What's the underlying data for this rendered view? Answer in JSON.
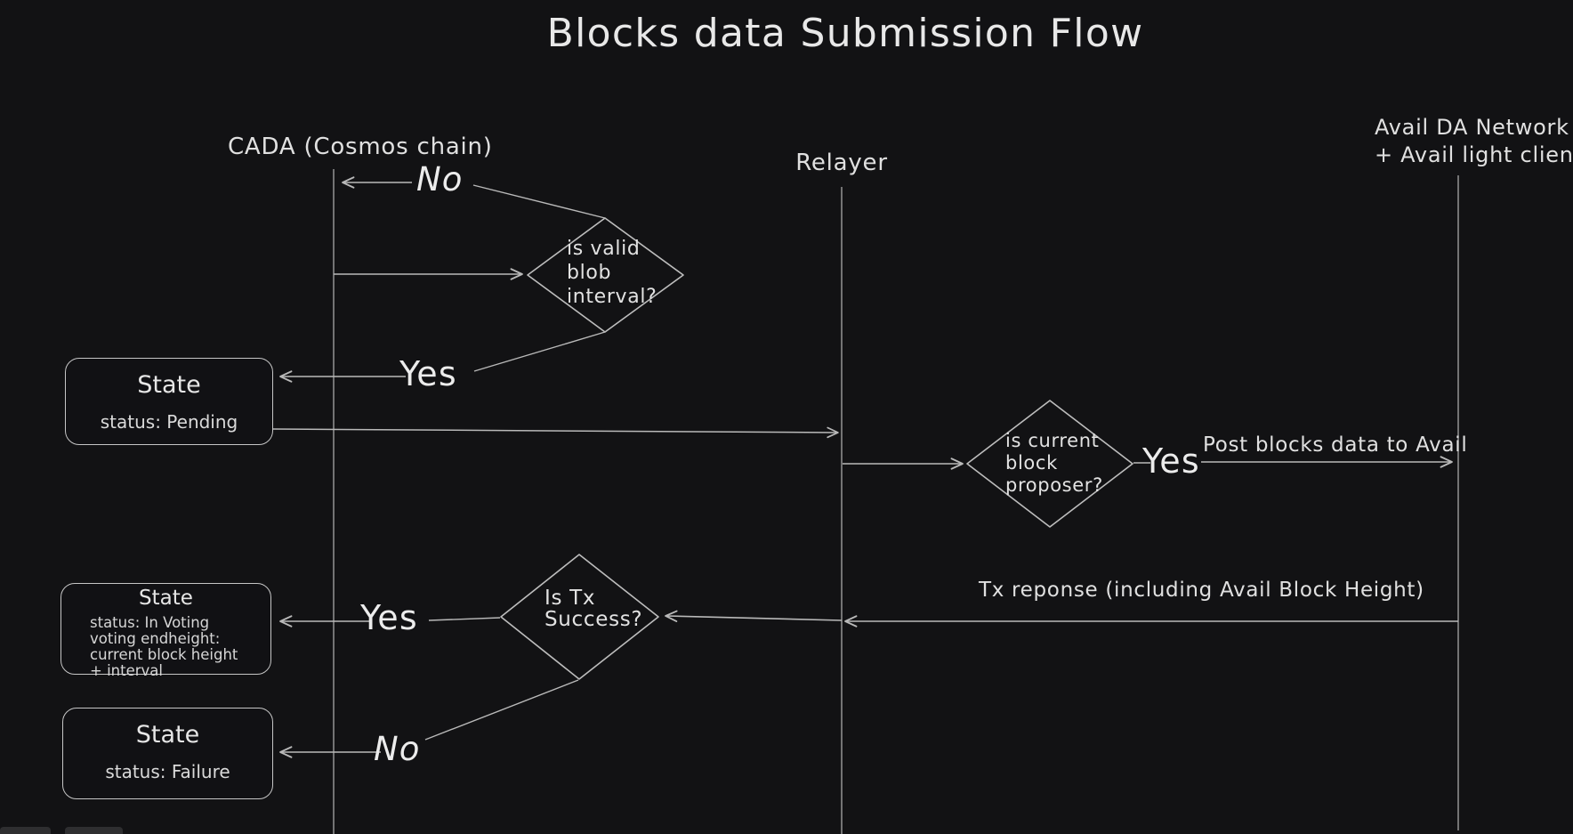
{
  "title": "Blocks data Submission Flow",
  "lanes": [
    {
      "id": "cada",
      "label": "CADA (Cosmos chain)"
    },
    {
      "id": "relayer",
      "label": "Relayer"
    },
    {
      "id": "avail",
      "label1": "Avail DA Network",
      "label2": "+ Avail light client"
    }
  ],
  "decisions": [
    {
      "id": "valid-blob-interval",
      "lines": [
        "is valid",
        "blob",
        "interval?"
      ]
    },
    {
      "id": "current-block-proposer",
      "lines": [
        "is current",
        "block",
        "proposer?"
      ]
    },
    {
      "id": "tx-success",
      "lines": [
        "Is Tx",
        "Success?"
      ]
    }
  ],
  "states": [
    {
      "id": "pending",
      "title": "State",
      "sub": "status: Pending"
    },
    {
      "id": "in-voting",
      "title": "State",
      "lines": [
        "status: In Voting",
        "voting endheight:",
        "current block height",
        "+ interval"
      ]
    },
    {
      "id": "failure",
      "title": "State",
      "sub": "status: Failure"
    }
  ],
  "edge_labels": {
    "no_blob": "No",
    "yes_blob": "Yes",
    "yes_proposer": "Yes",
    "post_blocks": "Post blocks data to Avail",
    "tx_response": "Tx reponse (including Avail Block Height)",
    "yes_tx": "Yes",
    "no_tx": "No"
  },
  "colors": {
    "background": "#121214",
    "stroke": "#b9b9b9",
    "box_stroke": "#c6c6c6",
    "text": "#e2e2e2"
  }
}
